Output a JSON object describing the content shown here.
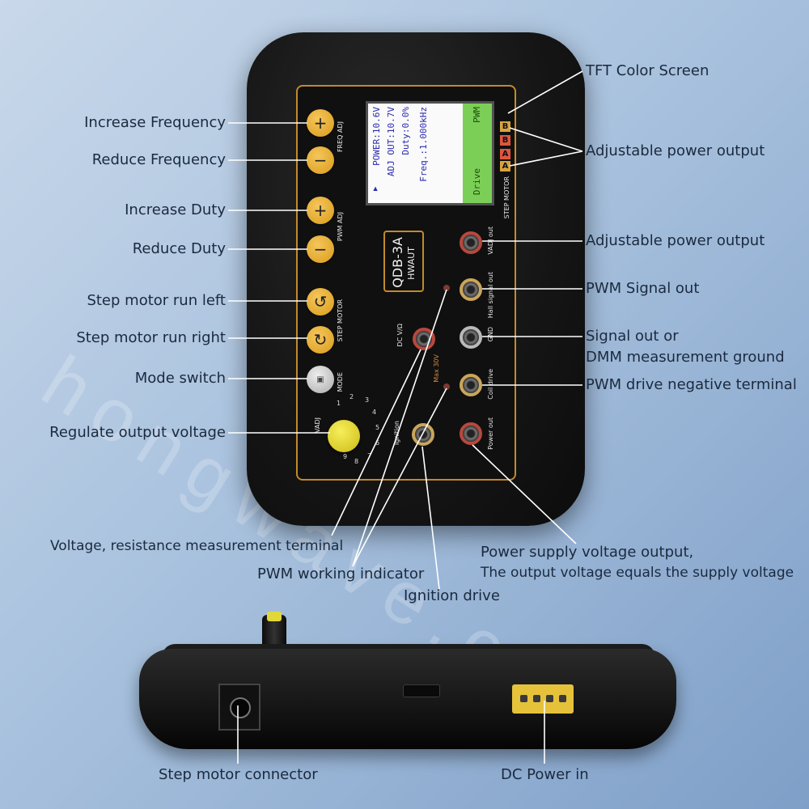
{
  "watermark": "hongwave.com",
  "callouts": {
    "increase_frequency": "Increase Frequency",
    "reduce_frequency": "Reduce Frequency",
    "increase_duty": "Increase Duty",
    "reduce_duty": "Reduce Duty",
    "step_left": "Step motor run left",
    "step_right": "Step motor run right",
    "mode_switch": "Mode switch",
    "regulate_voltage": "Regulate output voltage",
    "tft_screen": "TFT Color  Screen",
    "adj_power_output_1": "Adjustable power output",
    "adj_power_output_2": "Adjustable power output",
    "pwm_signal_out": "PWM Signal out",
    "signal_ground_line1": "Signal out or",
    "signal_ground_line2": "DMM measurement ground",
    "pwm_drive_negative": "PWM drive negative terminal",
    "voltage_resistance_terminal": "Voltage, resistance measurement terminal",
    "pwm_working_indicator": "PWM working indicator",
    "ignition_drive": "Ignition drive",
    "power_supply_line1": "Power supply voltage output,",
    "power_supply_line2": "The output voltage equals the supply voltage",
    "step_motor_connector": "Step motor connector",
    "dc_power_in": "DC Power in"
  },
  "screen": {
    "freq": "Freq.:1.000kHz",
    "duty": "Duty:0.0%",
    "adj_out": "ADJ OUT:10.7V",
    "power": "POWER:10.6V",
    "mode": "PWM",
    "drive": "Drive",
    "cursor": "▼"
  },
  "panel": {
    "logo_brand": "HWAUT",
    "model": "QDB-3A",
    "freq_adj": "FREQ ADJ",
    "pwm_adj": "PWM ADJ",
    "step_motor": "STEP MOTOR",
    "mode": "MODE",
    "vadj": "VADJ",
    "vadj_out": "VADJ out",
    "hall_signal_out": "Hall signal out",
    "gnd": "GND",
    "coil_drive": "Coil drive",
    "power_out": "Power out",
    "dc_v": "DC V/Ω",
    "ignition": "Ignition",
    "max_30v": "Max 30V",
    "step_motor_top": "STEP MOTOR",
    "badge_b1": "B",
    "badge_b2": "B",
    "badge_a1": "A",
    "badge_a2": "A",
    "plus": "+",
    "minus": "−",
    "dial_ticks": [
      "1",
      "2",
      "3",
      "4",
      "5",
      "6",
      "7",
      "8",
      "9"
    ]
  },
  "colors": {
    "accent_gold": "#c28a2c",
    "button_gold": "#e4a82a",
    "screen_green": "#7ccf56",
    "label_text": "#1b2a3e",
    "leader_line": "#ffffff"
  },
  "icons": {
    "step_left": "rotate-left-icon",
    "step_right": "rotate-right-icon"
  }
}
